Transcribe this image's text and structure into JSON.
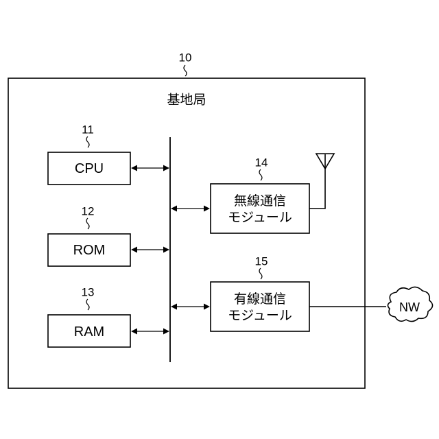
{
  "diagram": {
    "base_station": {
      "ref": "10",
      "title": "基地局"
    },
    "cpu": {
      "ref": "11",
      "label": "CPU"
    },
    "rom": {
      "ref": "12",
      "label": "ROM"
    },
    "ram": {
      "ref": "13",
      "label": "RAM"
    },
    "wireless_module": {
      "ref": "14",
      "line1": "無線通信",
      "line2": "モジュール"
    },
    "wired_module": {
      "ref": "15",
      "line1": "有線通信",
      "line2": "モジュール"
    },
    "network": {
      "label": "NW"
    },
    "icons": [
      "antenna-icon",
      "cloud-icon"
    ]
  }
}
